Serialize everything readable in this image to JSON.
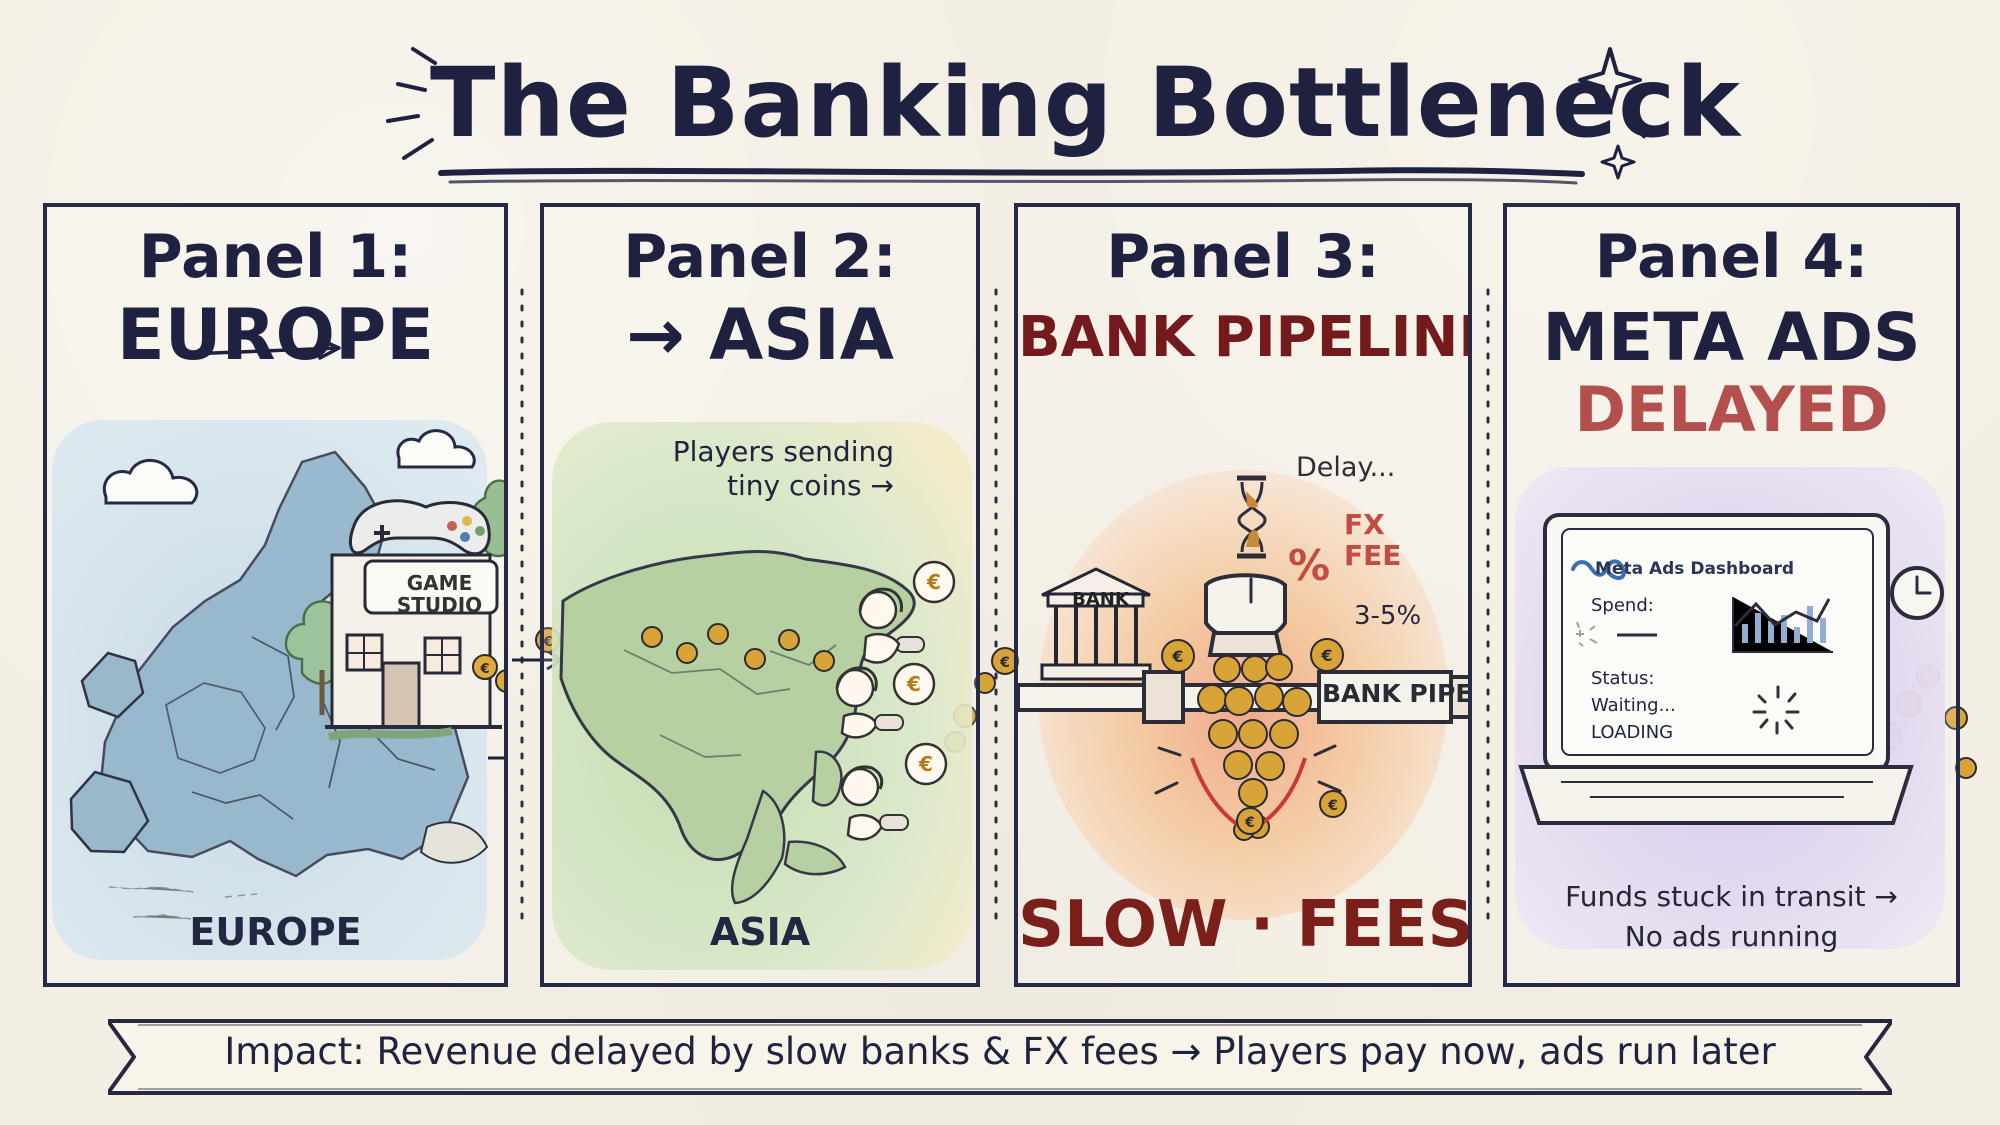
{
  "title": "The Banking Bottleneck",
  "panels": [
    {
      "heading": "Panel 1:",
      "subtitle": "EUROPE",
      "region_caption": "EUROPE",
      "studio_label": "GAME\nSTUDIO"
    },
    {
      "heading": "Panel 2:",
      "subtitle": "→ ASIA",
      "region_caption": "ASIA",
      "note": "Players sending\ntiny coins →"
    },
    {
      "heading": "Panel 3:",
      "subtitle": "BANK PIPELINE",
      "bank_label": "BANK",
      "delay": "Delay...",
      "fx_fee": "FX\nFEE",
      "fee_symbol": "%",
      "fee_range": "3-5%",
      "pipe_label": "BANK PIPE",
      "footer": "SLOW · FEES"
    },
    {
      "heading": "Panel 4:",
      "subtitle": "META ADS",
      "subtitle_2": "DELAYED",
      "dashboard": {
        "title": "Meta Ads Dashboard",
        "spend_label": "Spend:",
        "status_label": "Status:",
        "status_value": "Waiting...",
        "loading_label": "LOADING"
      },
      "note": "Funds stuck in transit →\nNo ads running"
    }
  ],
  "impact": "Impact: Revenue delayed by slow banks & FX fees → Players pay now, ads run later",
  "colors": {
    "ink": "#1f2141",
    "paper": "#f4efe4",
    "bank_red": "#731b1c",
    "delay_red": "#b3504d",
    "coin_gold": "#d6a12d",
    "europe_blue": "#aecbdc",
    "asia_green": "#b8d3a4",
    "fire_orange": "#f0b482",
    "meta_purple": "#c8b6df"
  },
  "icons": [
    "game-controller-icon",
    "euro-coin-icon",
    "hourglass-icon",
    "bank-icon",
    "meta-logo-icon",
    "clock-icon",
    "laptop-icon",
    "cloud-icon",
    "tree-icon",
    "loading-spinner-icon",
    "sparkle-icon"
  ]
}
